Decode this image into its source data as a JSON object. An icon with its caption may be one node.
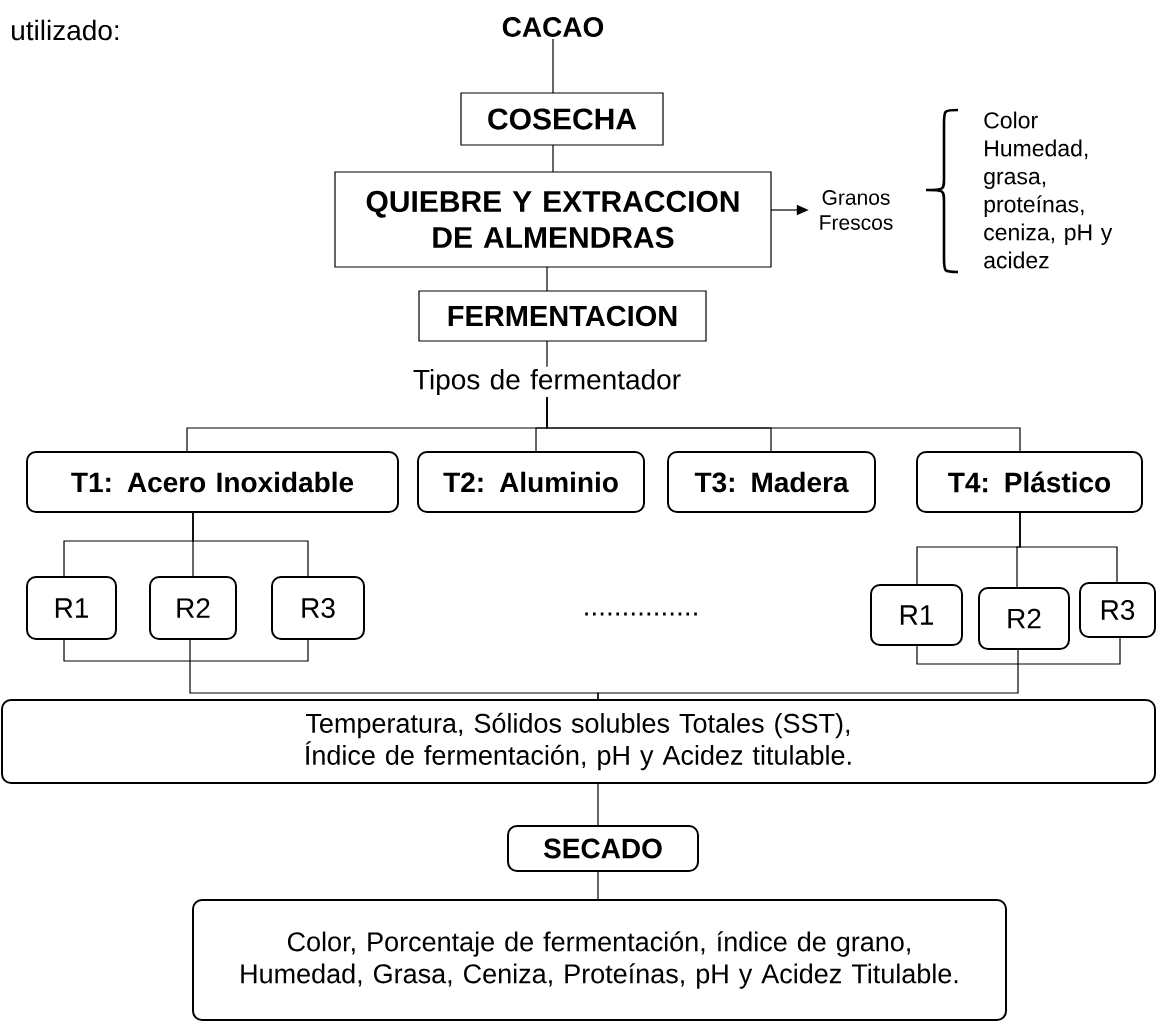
{
  "diagram": {
    "nodes": [
      {
        "text": [
          "CACAO"
        ]
      },
      {
        "text": [
          "COSECHA"
        ]
      },
      {
        "text": [
          "QUIEBRE Y EXTRACCION DE ALMENDRAS"
        ]
      },
      {
        "text": [
          "Granos Frescos"
        ]
      },
      {
        "text": [
          "FERMENTACION"
        ]
      },
      {
        "text": [
          "Tipos de fermentador"
        ]
      },
      {
        "text": [
          "T1: Acero Inoxidable"
        ]
      },
      {
        "text": [
          "T2: Aluminio"
        ]
      },
      {
        "text": [
          "T3: Madera"
        ]
      },
      {
        "text": [
          "T4: Plástico"
        ]
      },
      {
        "text": [
          "R1"
        ]
      },
      {
        "text": [
          "R2"
        ]
      },
      {
        "text": [
          "R3"
        ]
      },
      {
        "text": [
          "R1"
        ]
      },
      {
        "text": [
          "R2"
        ]
      },
      {
        "text": [
          "R3"
        ]
      },
      {
        "text": [
          "Temperatura, Sólidos solubles Totales (SST), Índice de fermentación, pH y Acidez titulable."
        ]
      },
      {
        "text": [
          "SECADO"
        ]
      },
      {
        "text": [
          "Color, Porcentaje de fermentación, índice de grano, Humedad, Grasa, Ceniza, Proteínas, pH y Acidez Titulable."
        ]
      }
    ],
    "edges": [
      {
        "from": 0,
        "to": 1,
        "arrow": "none"
      },
      {
        "from": 1,
        "to": 2,
        "arrow": "none"
      },
      {
        "from": 2,
        "to": 3,
        "arrow": "to"
      },
      {
        "from": 2,
        "to": 4,
        "arrow": "none"
      },
      {
        "from": 4,
        "to": 5,
        "arrow": "none"
      },
      {
        "from": 5,
        "to": 6,
        "arrow": "none"
      },
      {
        "from": 5,
        "to": 7,
        "arrow": "none"
      },
      {
        "from": 5,
        "to": 8,
        "arrow": "none"
      },
      {
        "from": 5,
        "to": 9,
        "arrow": "none"
      },
      {
        "from": 6,
        "to": 10,
        "arrow": "none"
      },
      {
        "from": 6,
        "to": 11,
        "arrow": "none"
      },
      {
        "from": 6,
        "to": 12,
        "arrow": "none"
      },
      {
        "from": 9,
        "to": 13,
        "arrow": "none"
      },
      {
        "from": 9,
        "to": 14,
        "arrow": "none"
      },
      {
        "from": 9,
        "to": 15,
        "arrow": "none"
      },
      {
        "from": 10,
        "to": 16,
        "arrow": "none"
      },
      {
        "from": 11,
        "to": 16,
        "arrow": "none"
      },
      {
        "from": 12,
        "to": 16,
        "arrow": "none"
      },
      {
        "from": 13,
        "to": 16,
        "arrow": "none"
      },
      {
        "from": 14,
        "to": 16,
        "arrow": "none"
      },
      {
        "from": 15,
        "to": 16,
        "arrow": "none"
      },
      {
        "from": 16,
        "to": 17,
        "arrow": "none"
      },
      {
        "from": 17,
        "to": 18,
        "arrow": "none"
      }
    ],
    "labels": [
      "utilizado:",
      "Color Humedad, grasa, proteínas, ceniza, pH y acidez",
      "..............."
    ]
  }
}
